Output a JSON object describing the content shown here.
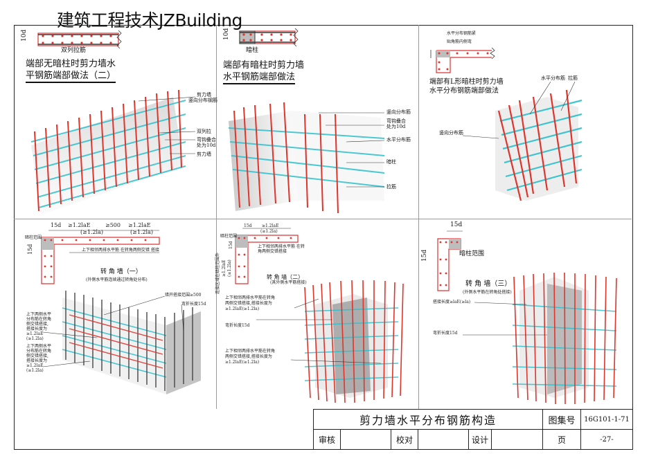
{
  "brand": "建筑工程技术JZBuilding",
  "panels": {
    "p1": {
      "dim": "10d",
      "label": "双列拉筋",
      "title_line1": "端部无暗柱时剪力墙水",
      "title_line2": "平钢筋端部做法（二）",
      "callouts": [
        "剪力墙",
        "竖向分布钢筋",
        "双列拉",
        "弯钩叠合",
        "处为10d",
        "剪力墙"
      ]
    },
    "p2": {
      "dim": "10d",
      "label": "暗柱",
      "title_line1": "端部有暗柱时剪力墙",
      "title_line2": "水平钢筋端部做法",
      "callouts": [
        "竖向分布筋",
        "弯钩叠合",
        "处为10d",
        "水平分布筋",
        "暗柱",
        "拉筋"
      ]
    },
    "p3": {
      "top_labels": [
        "水平分布钢筋紧",
        "贴角筋内侧弯"
      ],
      "title_line1": "端部有L形暗柱时剪力墙",
      "title_line2": "水平分布钢筋端部做法",
      "callouts": [
        "水平分布筋",
        "拉筋",
        "竖向分布筋"
      ]
    },
    "p4": {
      "dims": [
        "15d",
        "≥1.2laE",
        "≥500",
        "≥1.2laE",
        "(≥1.2la)",
        "(≥1.2la)"
      ],
      "left_label": "暗柱范围",
      "vdim": "15d",
      "note": "上下相邻两排水平筋 在转角两侧交错 搭接",
      "title": "转 角 墙（一）",
      "subtitle": "(外侧水平筋连续通过转角处分布)",
      "callouts_right": [
        "错开搭接范围≥500",
        "弯折长度15d"
      ],
      "callouts_left_1": [
        "上下两侧水平",
        "分布筋在转角",
        "侧交错搭接,",
        "搭接长度为",
        "≥1.2laE",
        "(≥1.2la)"
      ],
      "callouts_left_2": [
        "上下两侧水平",
        "分布筋在转角",
        "侧交错搭接,",
        "搭接长度为",
        "≥1.2laE",
        "(≥1.2la)"
      ]
    },
    "p5": {
      "dims": [
        "15d",
        "≥1.2laE",
        "(≥1.2la)"
      ],
      "left_label": "暗柱范围",
      "vdims": [
        "15d",
        "≥1.2laE",
        "(≥1.2la)"
      ],
      "side_label": "连接区域在暗柱范围外",
      "note": "上下相邻两排水平筋 在转角两侧交错搭接",
      "title": "转 角 墙（二）",
      "subtitle": "(其外侧水平筋搭接)",
      "callouts_1": [
        "上下相邻两排水平筋在转角",
        "两侧交错搭接,搭接长度为",
        "≥1.2laE(≥1.2la)"
      ],
      "callout_mid": "弯折长度15d",
      "callouts_2": [
        "上下相邻两排水平筋在转角",
        "两侧交错搭接,搭接长度为",
        "≥1.2laE(≥1.2la)"
      ]
    },
    "p6": {
      "dim": "15d",
      "vdim": "15d",
      "left_label": "暗柱范围",
      "title": "转 角 墙（三）",
      "subtitle": "(外侧水平筋在转角处搭接)",
      "callout_1": "搭接长度≥laE(≥la)",
      "callout_2": "弯折长度15d"
    }
  },
  "title_block": {
    "title": "剪力墙水平分布钢筋构造",
    "atlas_label": "图集号",
    "atlas_value": "16G101-1-71",
    "review": "审核",
    "check": "校对",
    "design": "设计",
    "page_label": "页",
    "page_value": "-27-"
  },
  "colors": {
    "rebar_red": "#e0332b",
    "rebar_cyan": "#2cc0cc",
    "concrete": "#c8c8c8",
    "dark_rebar": "#444444"
  }
}
